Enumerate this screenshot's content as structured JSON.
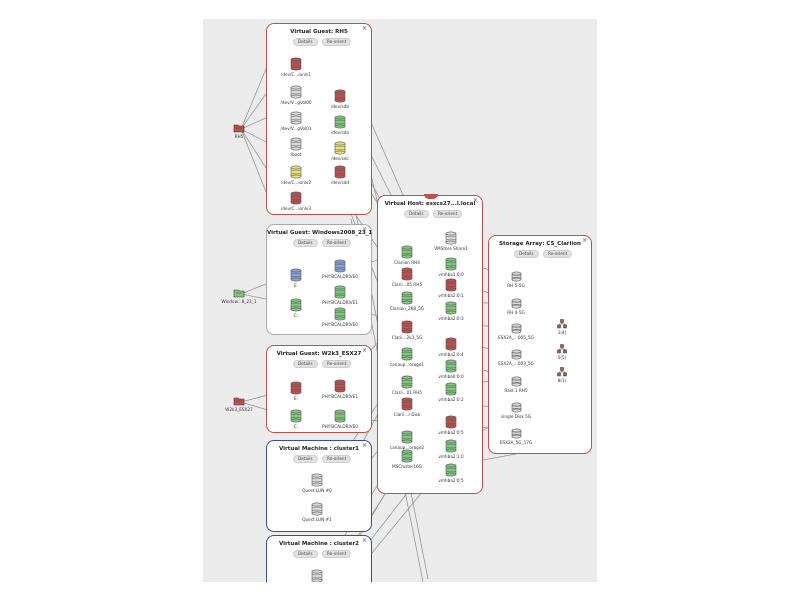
{
  "colors": {
    "red": "#c0504d",
    "green": "#7ec87e",
    "gray": "#d9d9d9",
    "yellow": "#e8e07a",
    "blue": "#8aa0d8",
    "border_blue": "#3b4aa8",
    "border_gray": "#aaaaaa"
  },
  "buttons": {
    "details": "Details",
    "reorient": "Re-orient",
    "close": "×"
  },
  "panels": [
    {
      "id": "rh5",
      "title": "Virtual Guest: RH5"
    },
    {
      "id": "win",
      "title": "Virtual Guest: Windows2008_23_1"
    },
    {
      "id": "w2k3",
      "title": "Virtual Guest: W2k3_ESX27"
    },
    {
      "id": "c1",
      "title": "Virtual Machine : cluster1"
    },
    {
      "id": "c2",
      "title": "Virtual Machine : cluster2"
    },
    {
      "id": "host",
      "title": "Virtual Host: esxcs27...l.local"
    },
    {
      "id": "array",
      "title": "Storage Array: CS_Clariion"
    }
  ],
  "nodes": {
    "rh5_root": "RH5",
    "rh5_c1": "/dev/C...ionlv1",
    "rh5_v00": "/dev/V...gVol00",
    "rh5_v01": "/dev/V...gVol01",
    "rh5_boot": "/boot",
    "rh5_c2": "/dev/C...ionlv2",
    "rh5_c3": "/dev/C...ionlv3",
    "rh5_sdb": "/dev/sdb",
    "rh5_sda": "/dev/sda",
    "rh5_sdc": "/dev/sdc",
    "rh5_sdd": "/dev/sdd",
    "win_root": "Window...8_23_1",
    "win_e": "E:",
    "win_c": "C:",
    "win_p0": "PHYSICALDRIVE0",
    "win_p1": "PHYSICALDRIVE1",
    "win_p2": "PHYSICALDRIVE0",
    "w2k_root": "W2k3_ESX27",
    "w2k_e": "E:",
    "w2k_c": "C:",
    "w2k_p1": "PHYSICALDRIVE1",
    "w2k_p0": "PHYSICALDRIVE0",
    "c1_0": "Quest LUN #0",
    "c1_1": "Quest LUN #1",
    "h_clarrh4": "Clariion RH4",
    "h_vmshare": "VMStore Share1",
    "h_clarrh5": "Clarii...05 RH5",
    "h_clar2k8": "Clariion_2K8_5G",
    "h_clar2k3": "Clarii...2k3_5G",
    "h_canar1": "canaup...orage1",
    "h_clarrh5b": "Clarii...01 RH5",
    "h_clardisk": "Clarii...r Disk",
    "h_canar2": "canaup...orage2",
    "h_mscl": "MSCluster16G",
    "h_v100": "vmhba1:0:0",
    "h_v201": "vmhba2:0:1",
    "h_v203": "vmhba2:0:3",
    "h_v204": "vmhba2:0:4",
    "h_v000": "vmhba0:0:0",
    "h_v202": "vmhba2:0:2",
    "h_v205b": "vmhba2:0:5",
    "h_v210": "vmhba2:1:0",
    "h_v205": "vmhba2:0:5",
    "a_rh55": "RH 5-5G",
    "a_rh45": "RH 4-5G",
    "a_esx5": "ESX2A_...005_5G",
    "a_esx3": "ESX2A_...003_5G",
    "a_raid": "Raid 1 RH5",
    "a_single": "single Disk 5G",
    "a_esx17": "ESX2A_5G_17G",
    "a_1_4": "1(4)",
    "a_5_5": "5(5)",
    "a_8_1": "8(1)"
  }
}
